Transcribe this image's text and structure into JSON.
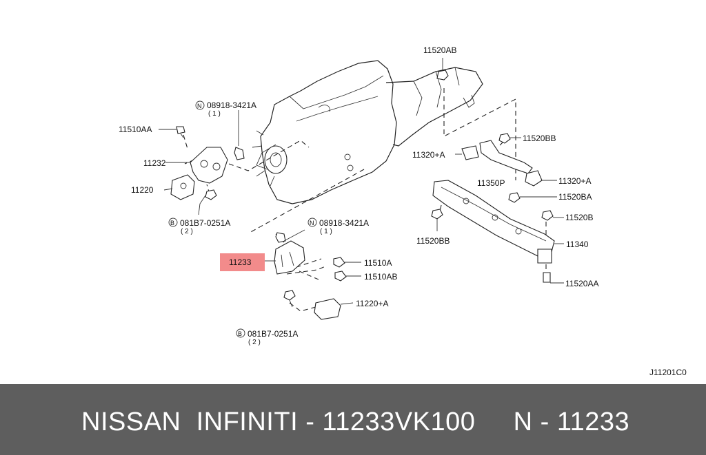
{
  "diagram": {
    "labels": {
      "p11520AB_top": "11520AB",
      "p11510AA": "11510AA",
      "n08918_top": "08918-3421A",
      "n08918_top_qty": "( 1 )",
      "p11232": "11232",
      "p11220": "11220",
      "b081B7_top": "081B7-0251A",
      "b081B7_top_qty": "( 2 )",
      "p11320A_left": "11320+A",
      "p11520BB_right": "11520BB",
      "p11350P": "11350P",
      "p11320A_right": "11320+A",
      "p11520BA": "11520BA",
      "n08918_mid": "08918-3421A",
      "n08918_mid_qty": "( 1 )",
      "p11520B": "11520B",
      "p11520BB_left": "11520BB",
      "p11340": "11340",
      "p11233": "11233",
      "p11510A": "11510A",
      "p11510AB": "11510AB",
      "p11520AA": "11520AA",
      "p11220A": "11220+A",
      "b081B7_bot": "081B7-0251A",
      "b081B7_bot_qty": "( 2 )",
      "code": "J11201C0"
    },
    "symbols": {
      "n": "N",
      "b": "B"
    },
    "highlight_color": "#f28b8b"
  },
  "footer": {
    "text": "NISSAN  INFINITI - 11233VK100     N - 11233"
  }
}
